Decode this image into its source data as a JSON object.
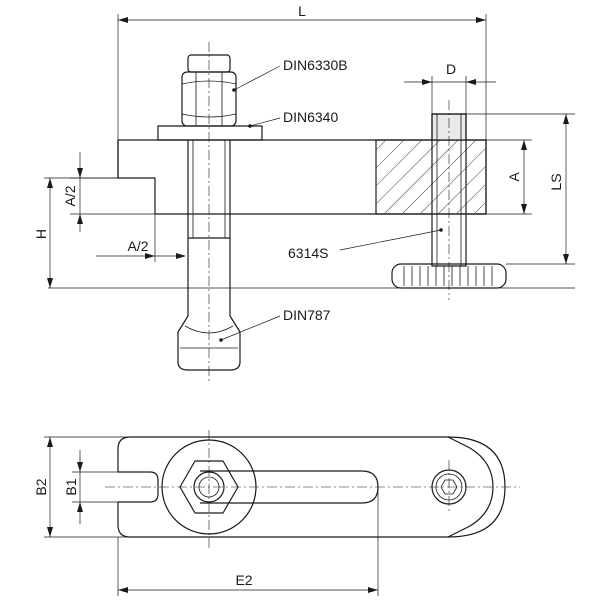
{
  "dimensions": {
    "L": "L",
    "D": "D",
    "A": "A",
    "LS": "LS",
    "A_half_vertical": "A/2",
    "A_half_horizontal": "A/2",
    "H": "H",
    "B2": "B2",
    "B1": "B1",
    "E2": "E2"
  },
  "callouts": {
    "nut": "DIN6330B",
    "washer": "DIN6340",
    "screw": "6314S",
    "stud": "DIN787"
  }
}
